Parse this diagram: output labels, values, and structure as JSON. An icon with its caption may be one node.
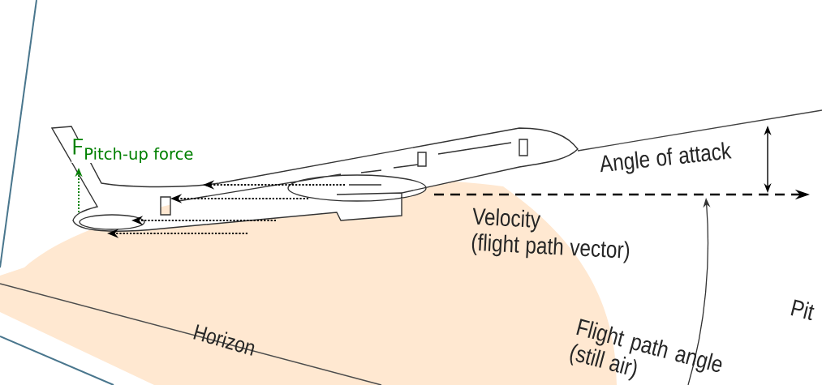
{
  "diagram": {
    "labels": [
      "\\mathsf{F}_{\\text{Pitch-up force}}",
      "Angle of attack",
      "Velocity (flight path vector)",
      "Pit",
      "Horizon",
      "Flight path angle (still air)"
    ]
  }
}
